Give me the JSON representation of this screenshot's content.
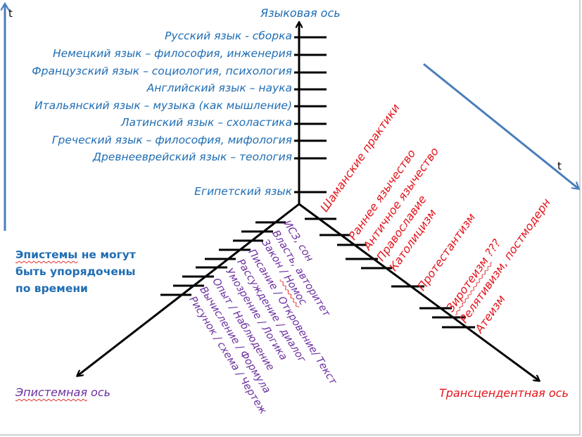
{
  "axes": {
    "language_axis_title": "Языковая ось",
    "epistemic_axis_title": "Эпистемная ось",
    "transcendent_axis_title": "Трансцендентная ось",
    "time_label_left": "t",
    "time_label_right": "t"
  },
  "colors": {
    "language": "#1f6db3",
    "transcendent": "#e3141b",
    "epistemic": "#6b2fa0",
    "time_arrow": "#4a7ebb"
  },
  "language_axis": [
    "Русский язык - сборка",
    "Немецкий язык – философия, инженерия",
    "Французский язык – социология, психология",
    "Английский язык – наука",
    "Итальянский язык – музыка (как мышление)",
    "Латинский язык – схоластика",
    "Греческий язык – философия, мифология",
    "Древнееврейский язык – теология",
    "Египетский язык"
  ],
  "transcendent_axis": [
    "Шаманские практики",
    "Раннее язычество",
    "Античное язычество",
    "Православие",
    "Католицизм",
    "Протестантизм",
    "Зиротеизм ???",
    "Релятивизм, постмодерн",
    "Атеизм"
  ],
  "epistemic_axis": [
    "ИСЗ, сон",
    "Власть, авторитет",
    "Закон / Номос",
    "Писание / Откровение/ Текст",
    "Рассуждение / диалог",
    "Умозрение / Логика",
    "Опыт / Наблюдение",
    "Вычисление / Формула",
    "Рисунок / схема / Чертеж"
  ],
  "note": {
    "line1": "Эпистемы не могут",
    "line2": "быть упорядочены",
    "line3": "по времени"
  }
}
